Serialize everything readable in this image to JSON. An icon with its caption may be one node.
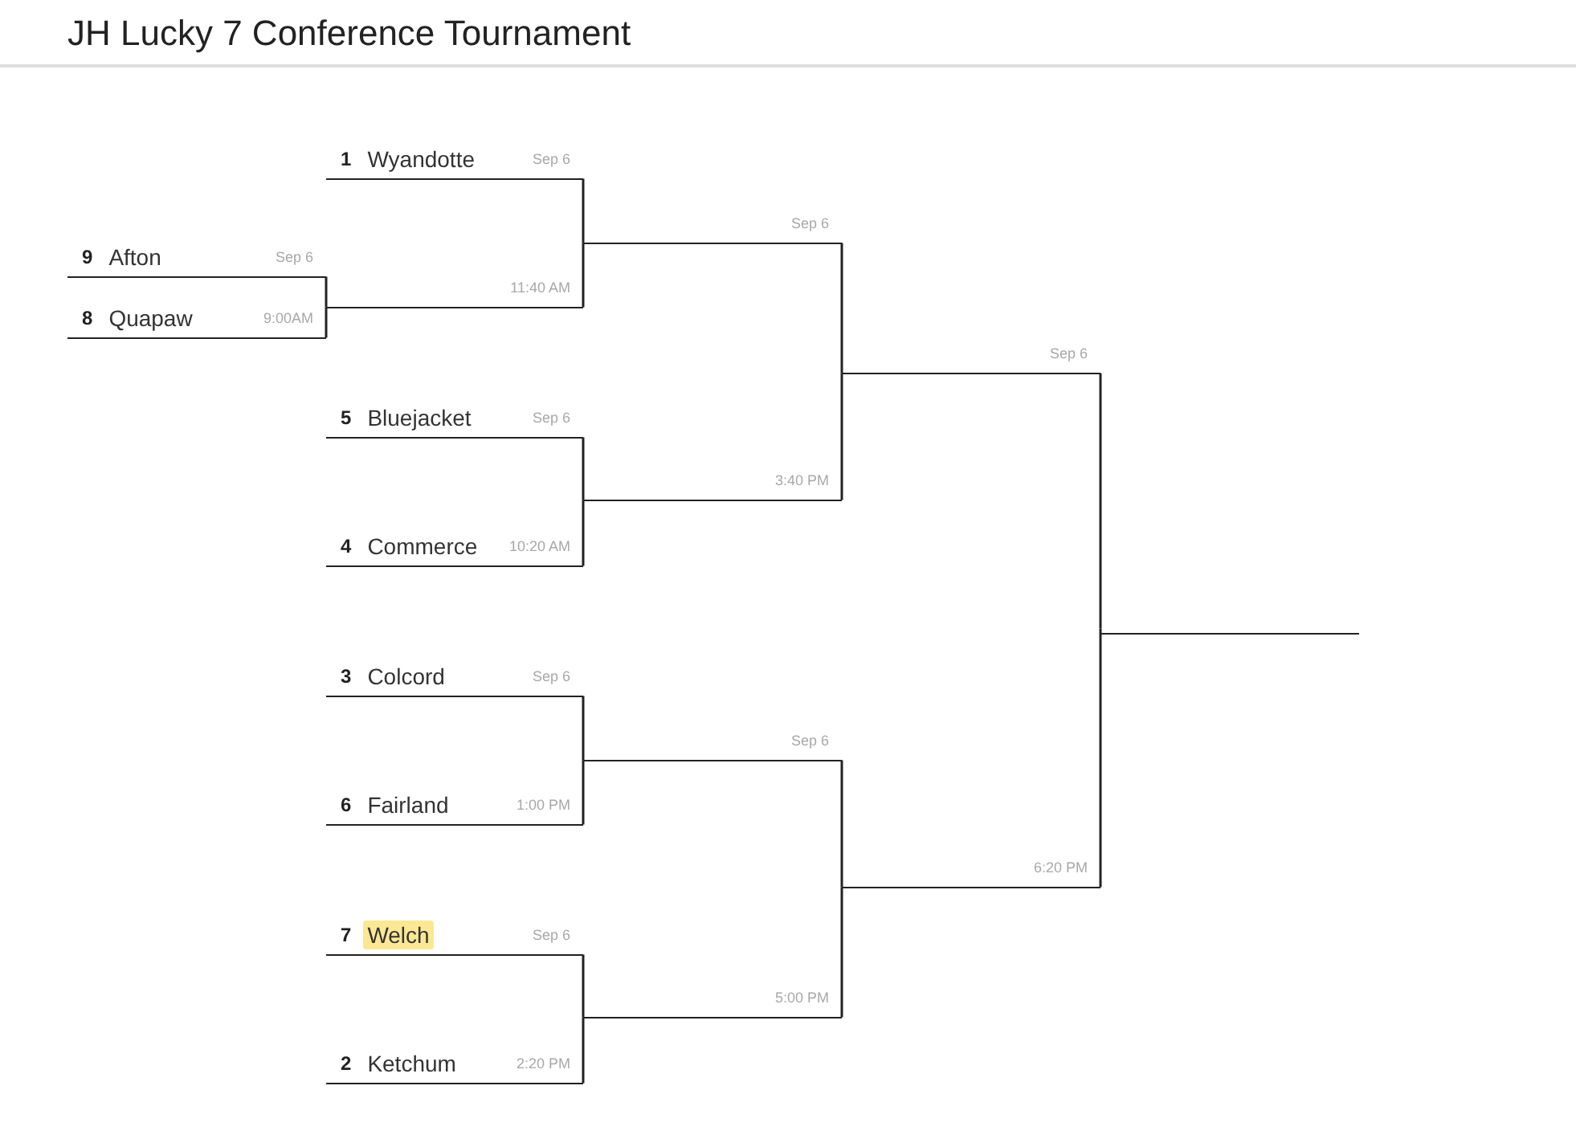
{
  "diagram": {
    "title": "JH Lucky 7 Conference Tournament",
    "nodes": [
      {
        "text": [
          "9",
          "Afton",
          "Sep 6"
        ]
      },
      {
        "text": [
          "8",
          "Quapaw",
          "9:00AM"
        ]
      },
      {
        "text": [
          "1",
          "Wyandotte",
          "Sep 6"
        ]
      },
      {
        "text": [
          "11:40 AM"
        ]
      },
      {
        "text": [
          "5",
          "Bluejacket",
          "Sep 6"
        ]
      },
      {
        "text": [
          "4",
          "Commerce",
          "10:20 AM"
        ]
      },
      {
        "text": [
          "3",
          "Colcord",
          "Sep 6"
        ]
      },
      {
        "text": [
          "6",
          "Fairland",
          "1:00 PM"
        ]
      },
      {
        "text": [
          "7",
          "Welch",
          "Sep 6"
        ]
      },
      {
        "text": [
          "2",
          "Ketchum",
          "2:20 PM"
        ]
      },
      {
        "text": [
          "Sep 6"
        ]
      },
      {
        "text": [
          "3:40 PM"
        ]
      },
      {
        "text": [
          "Sep 6"
        ]
      },
      {
        "text": [
          "5:00 PM"
        ]
      },
      {
        "text": [
          "Sep 6"
        ]
      },
      {
        "text": [
          "6:20 PM"
        ]
      },
      {
        "text": [],
        "shape": "line"
      }
    ],
    "edges": [
      {
        "from": 0,
        "to": 3,
        "arrow": "none"
      },
      {
        "from": 1,
        "to": 3,
        "arrow": "none"
      },
      {
        "from": 2,
        "to": 10,
        "arrow": "none"
      },
      {
        "from": 3,
        "to": 10,
        "arrow": "none"
      },
      {
        "from": 4,
        "to": 11,
        "arrow": "none"
      },
      {
        "from": 5,
        "to": 11,
        "arrow": "none"
      },
      {
        "from": 6,
        "to": 12,
        "arrow": "none"
      },
      {
        "from": 7,
        "to": 12,
        "arrow": "none"
      },
      {
        "from": 8,
        "to": 13,
        "arrow": "none"
      },
      {
        "from": 9,
        "to": 13,
        "arrow": "none"
      },
      {
        "from": 10,
        "to": 14,
        "arrow": "none"
      },
      {
        "from": 11,
        "to": 14,
        "arrow": "none"
      },
      {
        "from": 12,
        "to": 15,
        "arrow": "none"
      },
      {
        "from": 13,
        "to": 15,
        "arrow": "none"
      },
      {
        "from": 14,
        "to": 16,
        "arrow": "none"
      },
      {
        "from": 15,
        "to": 16,
        "arrow": "none"
      }
    ]
  }
}
